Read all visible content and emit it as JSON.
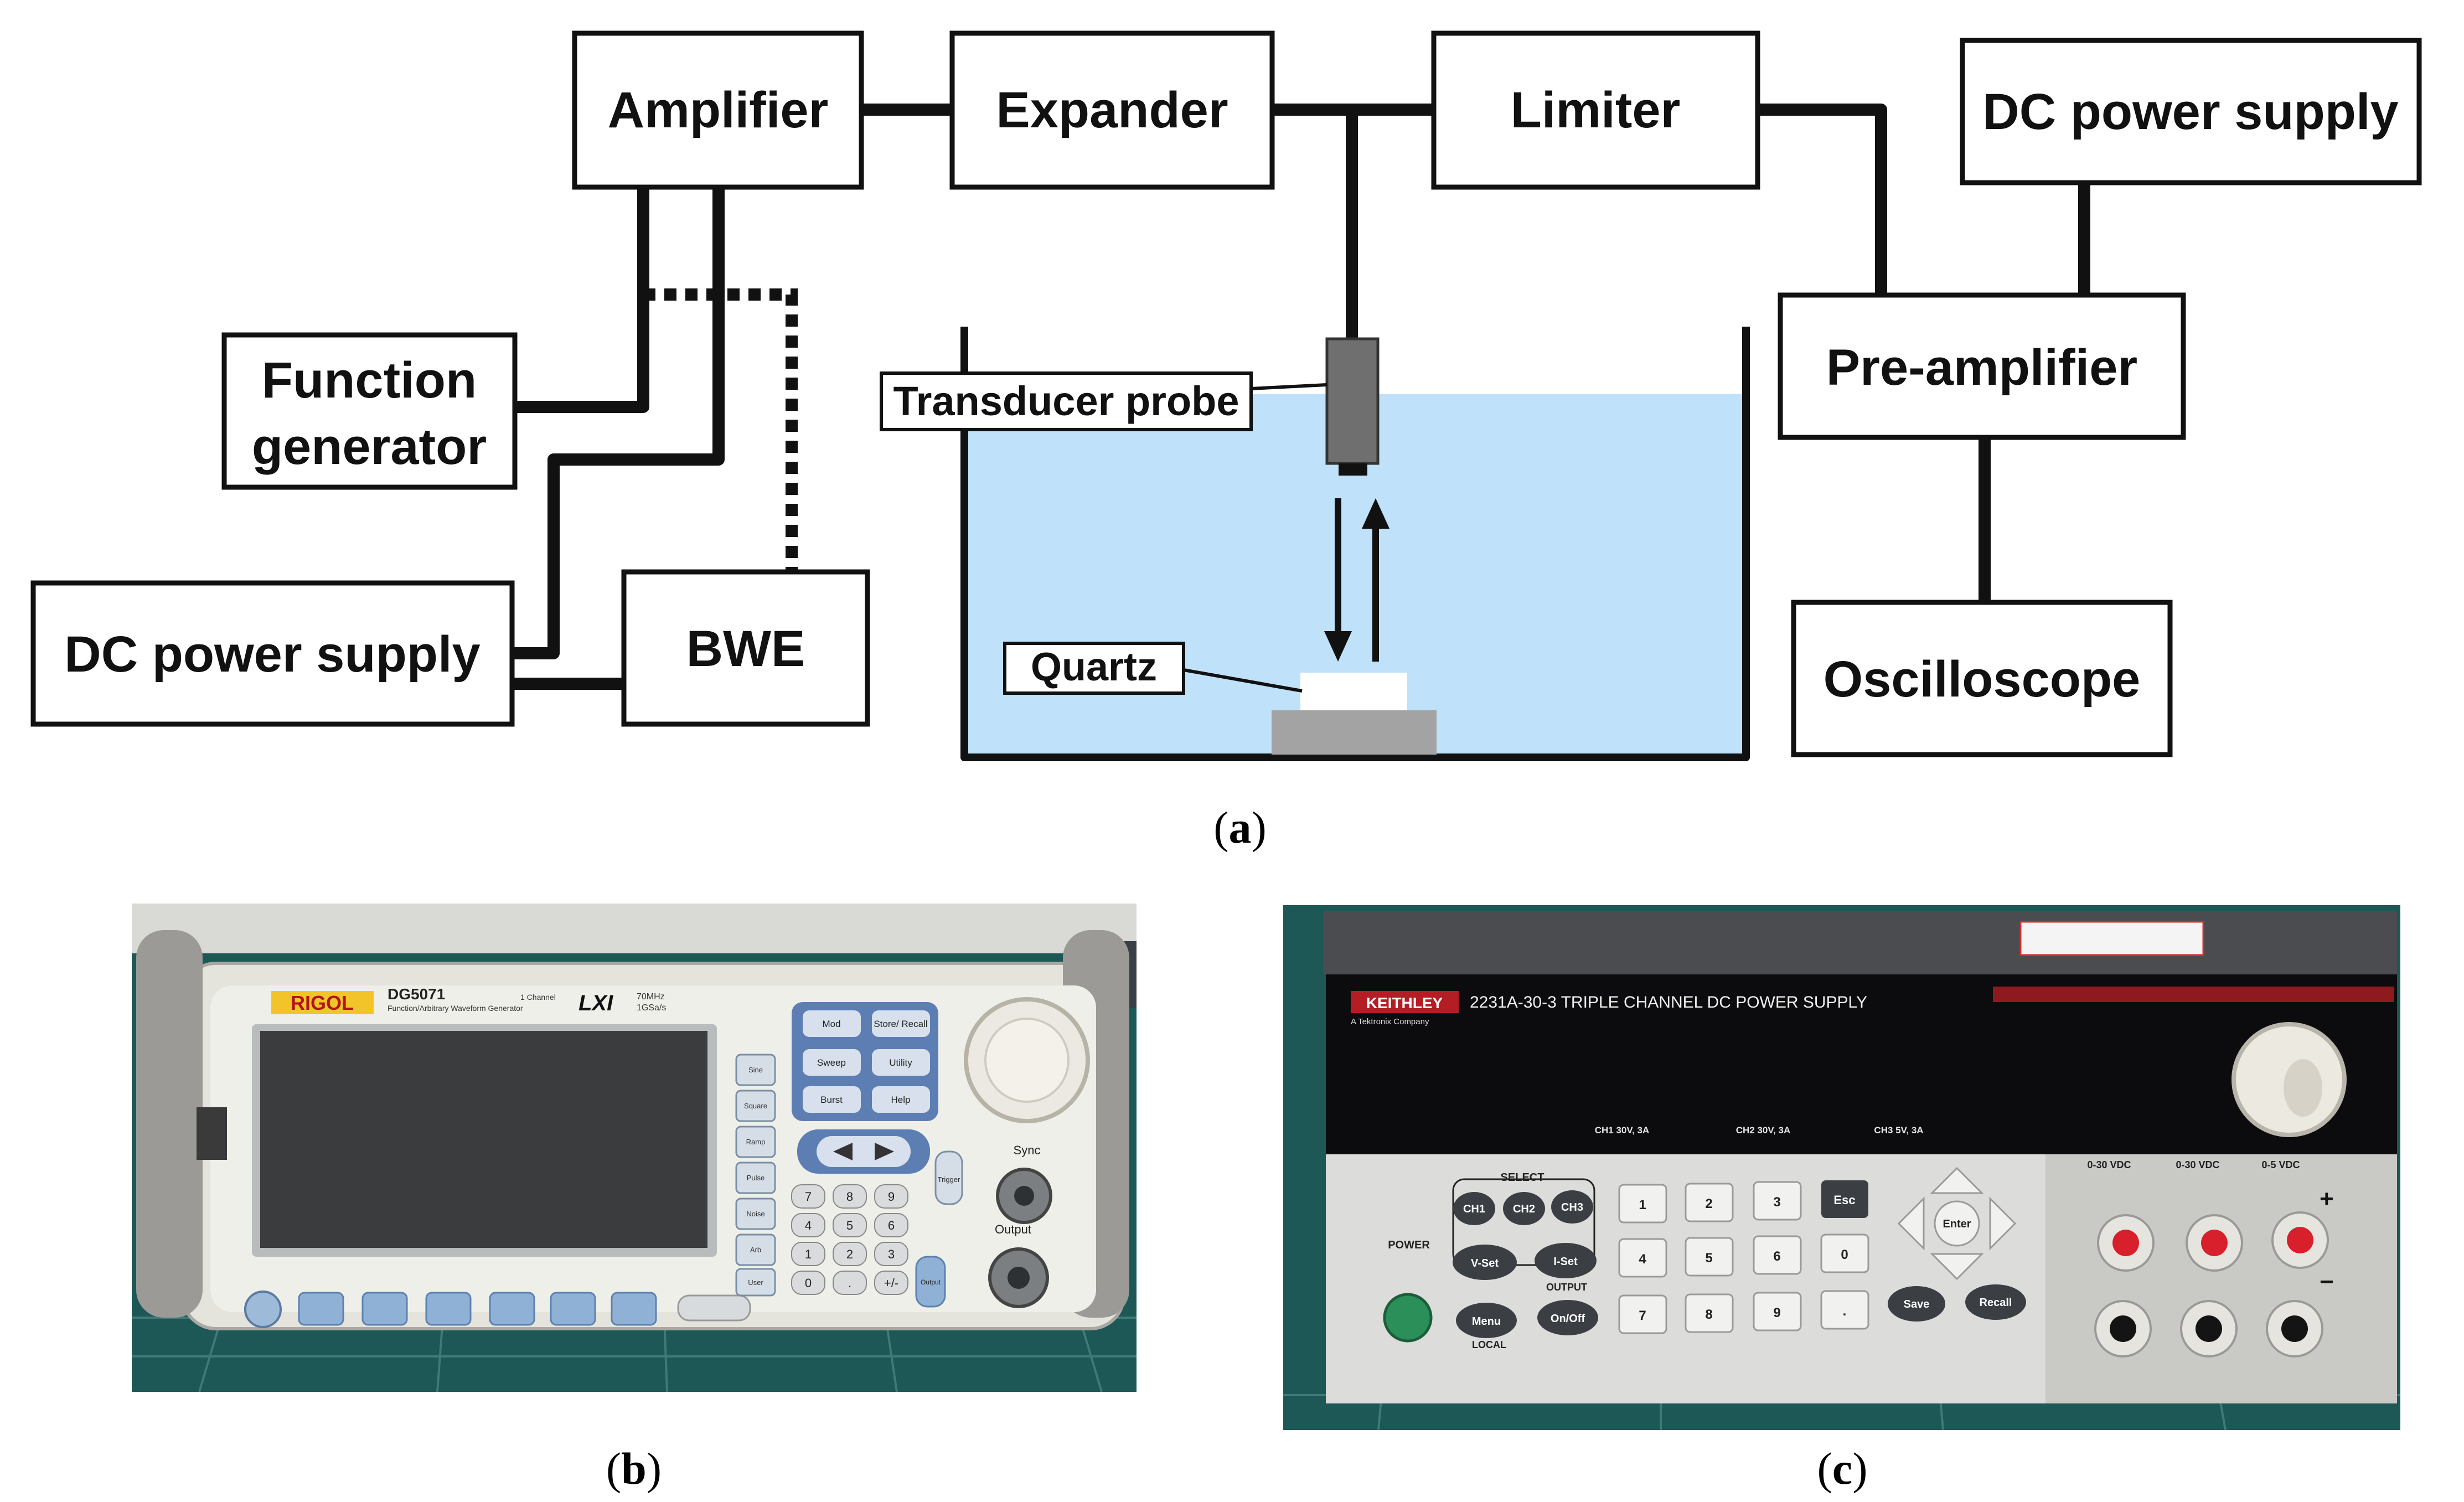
{
  "panel_a": {
    "blocks": {
      "amplifier": "Amplifier",
      "expander": "Expander",
      "limiter": "Limiter",
      "dc_power_supply_right": "DC power supply",
      "function_generator_line1": "Function",
      "function_generator_line2": "generator",
      "pre_amplifier": "Pre-amplifier",
      "dc_power_supply_left": "DC power supply",
      "bwe": "BWE",
      "oscilloscope": "Oscilloscope"
    },
    "labels": {
      "transducer_probe": "Transducer probe",
      "quartz": "Quartz"
    },
    "colors": {
      "water": "#bfe1f9",
      "probe": "#6f6f6f",
      "base": "#a3a3a3"
    }
  },
  "panel_b": {
    "brand": "RIGOL",
    "model": "DG5071",
    "desc_line1": "1 Channel",
    "desc_line2": "Function/Arbitrary Waveform Generator",
    "lxi": "LXI",
    "spec_line1": "70MHz",
    "spec_line2": "1GSa/s",
    "soft_keys": [
      "Mod",
      "Store/ Recall",
      "Sweep",
      "Utility",
      "Burst",
      "Help"
    ],
    "wave_keys": [
      "Sine",
      "Square",
      "Ramp",
      "Pulse",
      "Noise",
      "Arb",
      "User"
    ],
    "numpad": [
      "7",
      "8",
      "9",
      "4",
      "5",
      "6",
      "1",
      "2",
      "3",
      "0",
      ".",
      "+/-"
    ],
    "trigger_label": "Trigger",
    "sync_label": "Sync",
    "output_label": "Output",
    "output_key": "Output",
    "bottom_buttons_count": 6
  },
  "panel_c": {
    "brand": "KEITHLEY",
    "brand_sub": "A Tektronix Company",
    "title": "2231A-30-3 TRIPLE CHANNEL DC POWER SUPPLY",
    "ch1": "CH1 30V, 3A",
    "ch2": "CH2 30V, 3A",
    "ch3": "CH3 5V, 3A",
    "select": "SELECT",
    "ch_buttons": [
      "CH1",
      "CH2",
      "CH3"
    ],
    "vset": "V-Set",
    "iset": "I-Set",
    "output": "OUTPUT",
    "menu": "Menu",
    "onoff": "On/Off",
    "local": "LOCAL",
    "power": "POWER",
    "keys": [
      "1",
      "2",
      "3",
      "Esc",
      "4",
      "5",
      "6",
      "0",
      "7",
      "8",
      "9",
      "."
    ],
    "enter": "Enter",
    "save": "Save",
    "recall": "Recall",
    "ranges": [
      "0-30 VDC",
      "0-30 VDC",
      "0-5 VDC"
    ],
    "plus": "+",
    "minus": "−"
  },
  "captions": {
    "a": "a",
    "b": "b",
    "c": "c"
  }
}
